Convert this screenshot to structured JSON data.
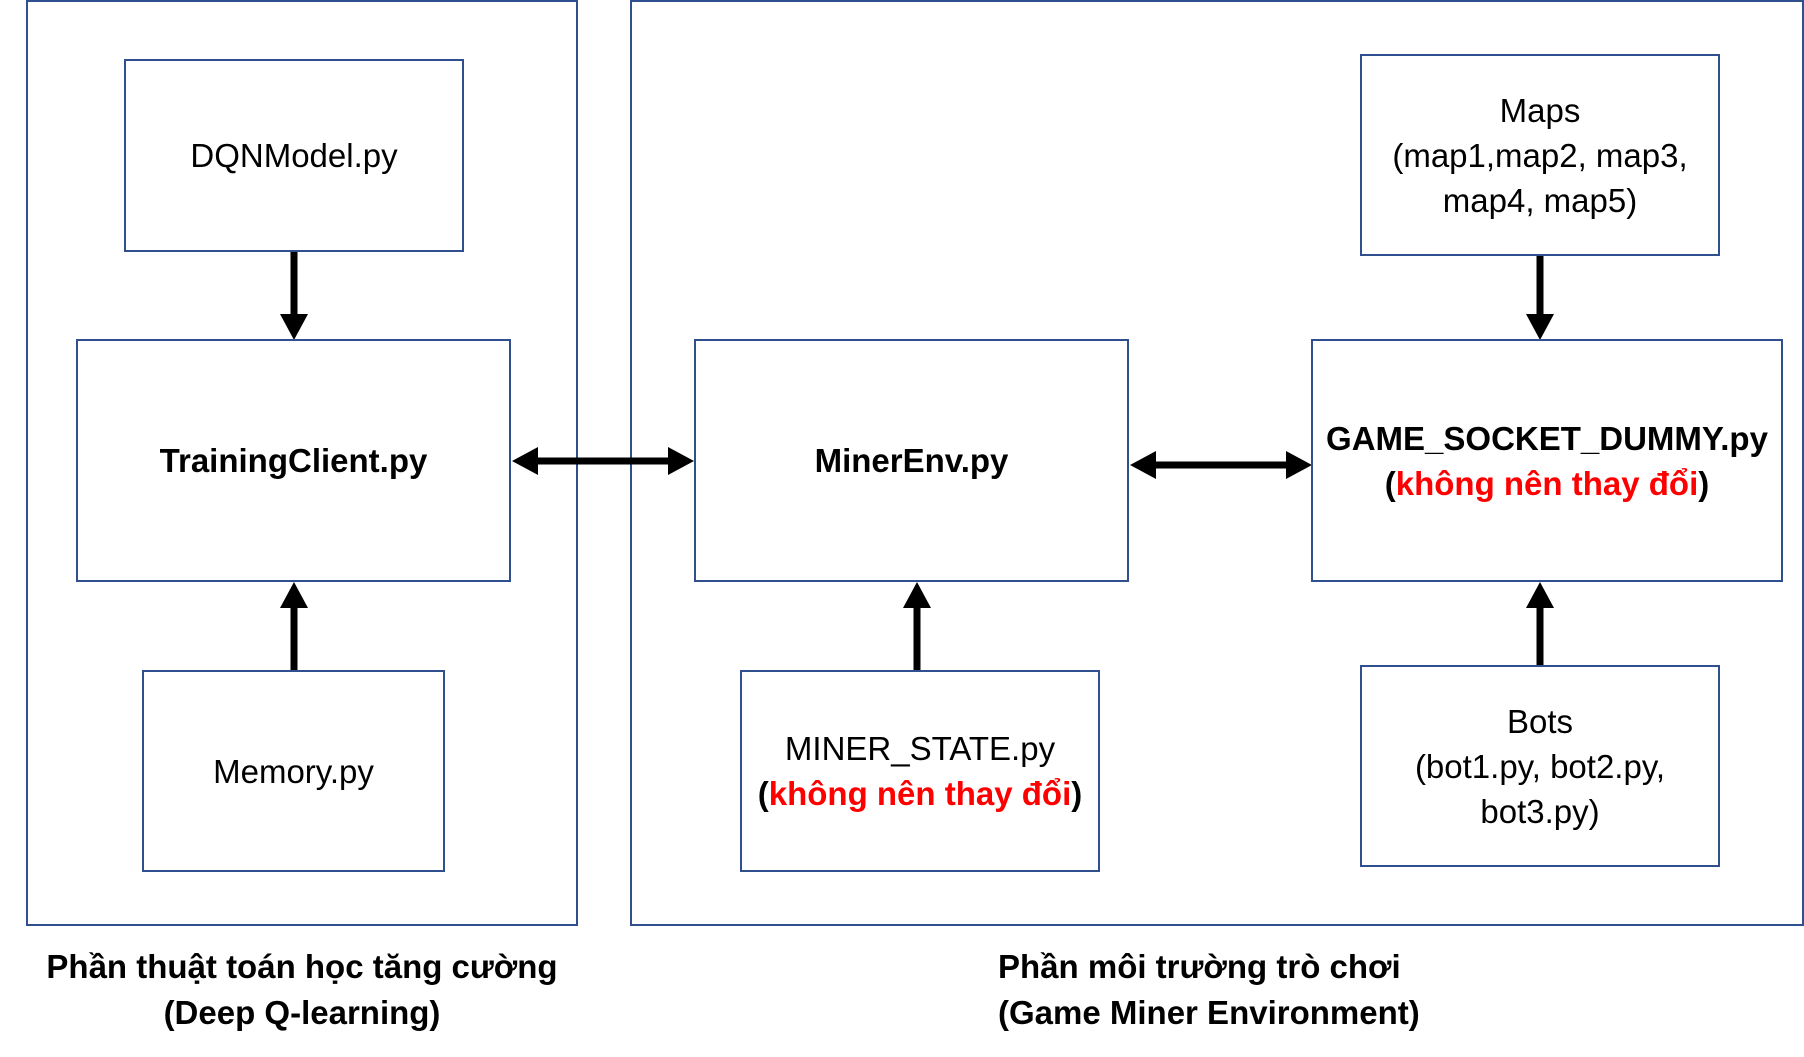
{
  "left_group": {
    "caption_line1": "Phần thuật toán học tăng cường",
    "caption_line2": "(Deep Q-learning)"
  },
  "right_group": {
    "caption_line1": "Phần môi trường trò chơi",
    "caption_line2": "(Game Miner Environment)"
  },
  "boxes": {
    "dqn_model": {
      "label": "DQNModel.py"
    },
    "training_client": {
      "label": "TrainingClient.py"
    },
    "memory": {
      "label": "Memory.py"
    },
    "miner_env": {
      "label": "MinerEnv.py"
    },
    "miner_state": {
      "label": "MINER_STATE.py",
      "note_open": "(",
      "note": "không nên thay đổi",
      "note_close": ")"
    },
    "game_socket": {
      "label": "GAME_SOCKET_DUMMY.py",
      "note_open": "(",
      "note": "không nên thay đổi",
      "note_close": ")"
    },
    "maps": {
      "line1": "Maps",
      "line2": "(map1,map2, map3,",
      "line3": "map4, map5)"
    },
    "bots": {
      "line1": "Bots",
      "line2": "(bot1.py, bot2.py,",
      "line3": "bot3.py)"
    }
  },
  "colors": {
    "border": "#2F4F8F",
    "warning_text": "#FF0000",
    "arrow": "#000000"
  }
}
